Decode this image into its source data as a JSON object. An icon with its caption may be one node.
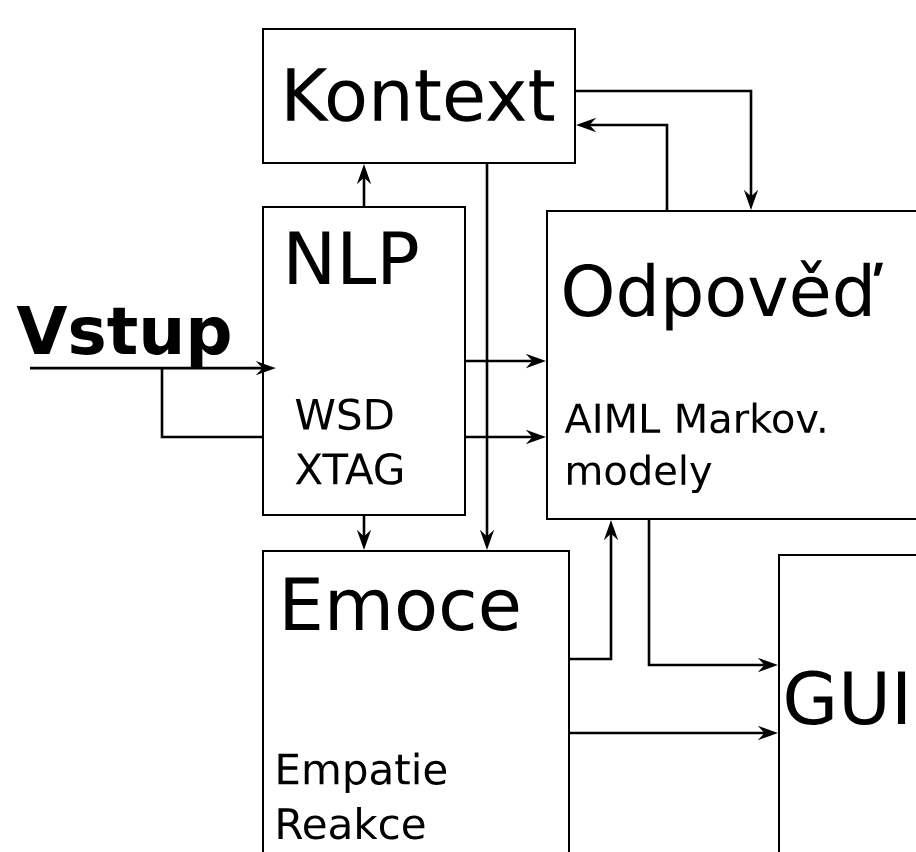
{
  "diagram": {
    "nodes": [
      {
        "text": [
          "Kontext"
        ]
      },
      {
        "text": [
          "Vstup"
        ]
      },
      {
        "text": [
          "NLP",
          "WSD XTAG"
        ]
      },
      {
        "text": [
          "Odpověď",
          "AIML Markov. modely"
        ]
      },
      {
        "text": [
          "Emoce",
          "Empatie Reakce"
        ]
      },
      {
        "text": [
          "GUI"
        ]
      }
    ],
    "edges": [
      {
        "from": 2,
        "to": 0,
        "arrow": "to"
      },
      {
        "from": 0,
        "to": 3,
        "arrow": "to"
      },
      {
        "from": 3,
        "to": 0,
        "arrow": "to"
      },
      {
        "from": 0,
        "to": 4,
        "arrow": "to"
      },
      {
        "from": 2,
        "to": 3,
        "arrow": "to"
      },
      {
        "from": 2,
        "to": 3,
        "arrow": "to"
      },
      {
        "from": 2,
        "to": 4,
        "arrow": "to"
      },
      {
        "from": 4,
        "to": 3,
        "arrow": "to"
      },
      {
        "from": 3,
        "to": 5,
        "arrow": "to"
      },
      {
        "from": 4,
        "to": 5,
        "arrow": "to"
      },
      {
        "from": 1,
        "to": 2,
        "arrow": "to"
      },
      {
        "from": 1,
        "to": 2,
        "arrow": "none"
      }
    ]
  }
}
